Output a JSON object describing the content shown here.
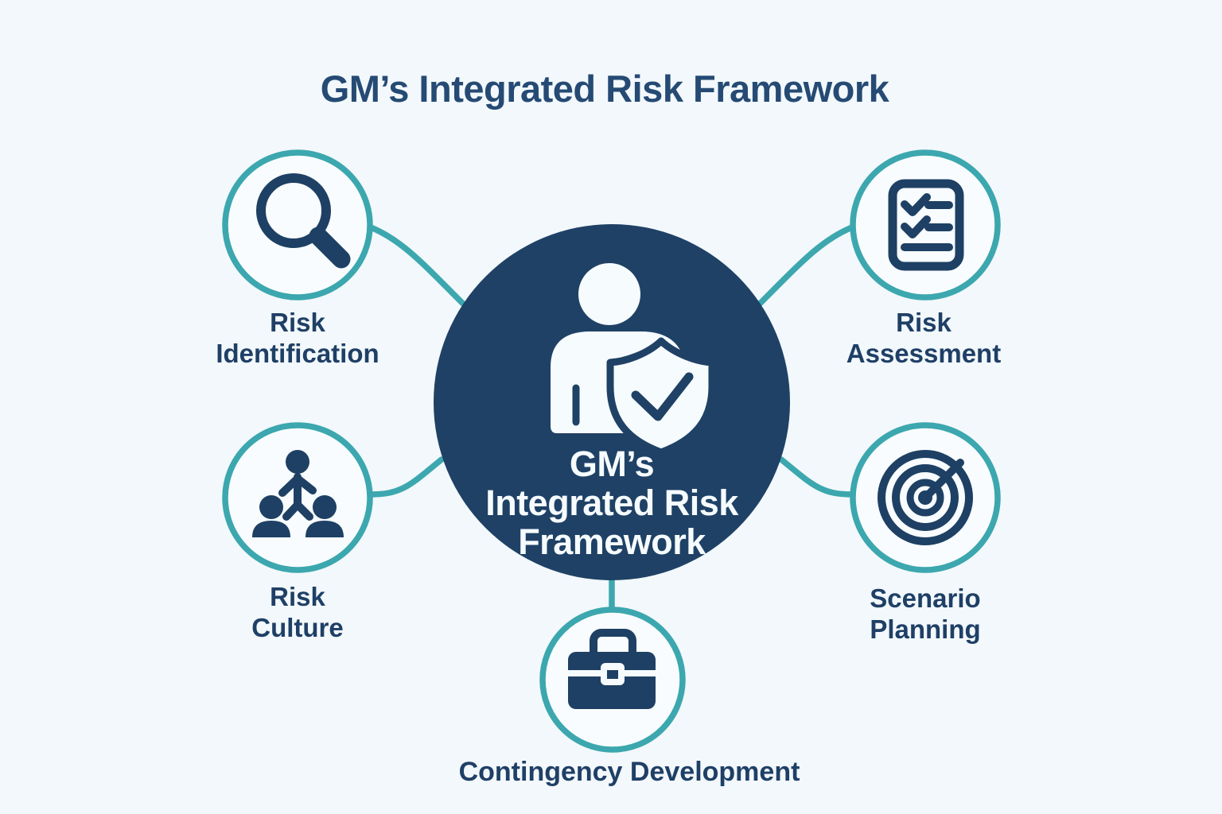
{
  "title": "GM’s Integrated Risk Framework",
  "center": {
    "icon": "person-shield-check-icon",
    "lines": [
      "GM’s",
      "Integrated Risk",
      "Framework"
    ]
  },
  "nodes": [
    {
      "id": "risk-identification",
      "icon": "magnifier-icon",
      "lines": [
        "Risk",
        "Identification"
      ]
    },
    {
      "id": "risk-assessment",
      "icon": "checklist-icon",
      "lines": [
        "Risk",
        "Assessment"
      ]
    },
    {
      "id": "risk-culture",
      "icon": "team-icon",
      "lines": [
        "Risk",
        "Culture"
      ]
    },
    {
      "id": "scenario-planning",
      "icon": "target-icon",
      "lines": [
        "Scenario",
        "Planning"
      ]
    },
    {
      "id": "contingency-development",
      "icon": "briefcase-icon",
      "lines": [
        "Contingency Development"
      ]
    }
  ],
  "colors": {
    "background": "#f2f8fb",
    "center_navy": "#1f4166",
    "icon_navy": "#1e4064",
    "teal": "#3ca7ae",
    "title_text": "#254a74",
    "label_text": "#1f3f66",
    "satellite_fill": "#f8fcfe",
    "white": "#f6fbfd"
  }
}
